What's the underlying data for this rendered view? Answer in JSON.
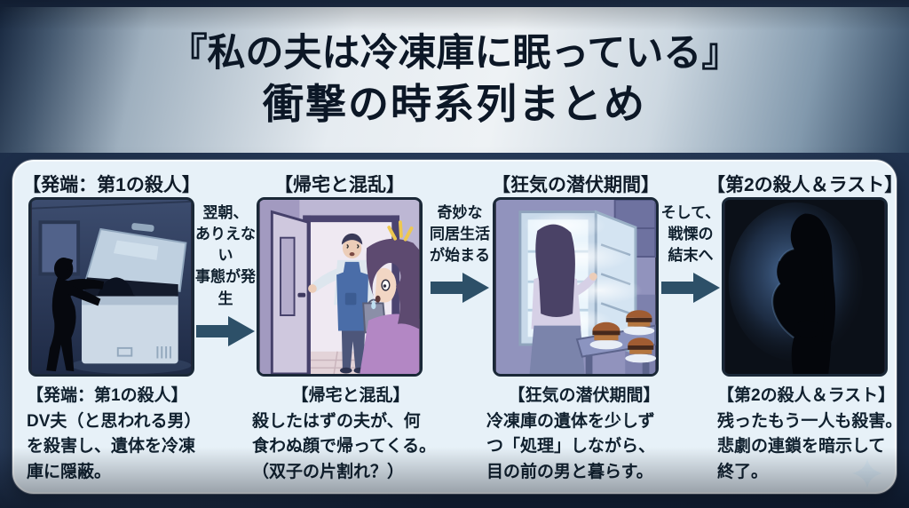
{
  "title": {
    "line1": "『私の夫は冷凍庫に眠っている』",
    "line2": "衝撃の時系列まとめ"
  },
  "panels": [
    {
      "header": "【発端：第1の殺人】",
      "image_alt": "暗い部屋で女性のシルエットが開いたチェスト型冷凍庫に遺体を隠す場面",
      "caption_title": "【発端：第1の殺人】",
      "caption_body": "DV夫（と思われる男）\nを殺害し、遺体を冷凍\n庫に隠蔽。"
    },
    {
      "header": "【帰宅と混乱】",
      "image_alt": "玄関のドアからエプロン姿の夫が帰宅し、驚愕する女性",
      "caption_title": "【帰宅と混乱】",
      "caption_body": "殺したはずの夫が、何\n食わぬ顔で帰ってくる。\n（双子の片割れ？）"
    },
    {
      "header": "【狂気の潜伏期間】",
      "image_alt": "冷気の漂う開いた冷凍庫の前に立つ女性と、テーブルに並ぶハンバーガー",
      "caption_title": "【狂気の潜伏期間】",
      "caption_body": "冷凍庫の遺体を少しず\nつ「処理」しながら、\n目の前の男と暮らす。"
    },
    {
      "header": "【第2の殺人＆ラスト】",
      "image_alt": "青い逆光の中に浮かぶ妊娠した女性の黒いシルエット",
      "caption_title": "【第2の殺人＆ラスト】",
      "caption_body": "残ったもう一人も殺害。\n悲劇の連鎖を暗示して\n終了。"
    }
  ],
  "arrows": [
    {
      "label": "翌朝、\nありえない\n事態が発生"
    },
    {
      "label": "奇妙な\n同居生活\nが始まる"
    },
    {
      "label": "そして、\n戦慄の\n結末へ"
    }
  ],
  "colors": {
    "background_navy": "#16253e",
    "title_band_light": "#eef2f5",
    "title_text": "#0c1726",
    "panel_bg": "#e7f1f8",
    "arrow": "#2d5068",
    "body_text": "#10202e",
    "sparkle": "#d9ecf8"
  },
  "decorations": {
    "sparkle_icon": "four-point-sparkle"
  }
}
